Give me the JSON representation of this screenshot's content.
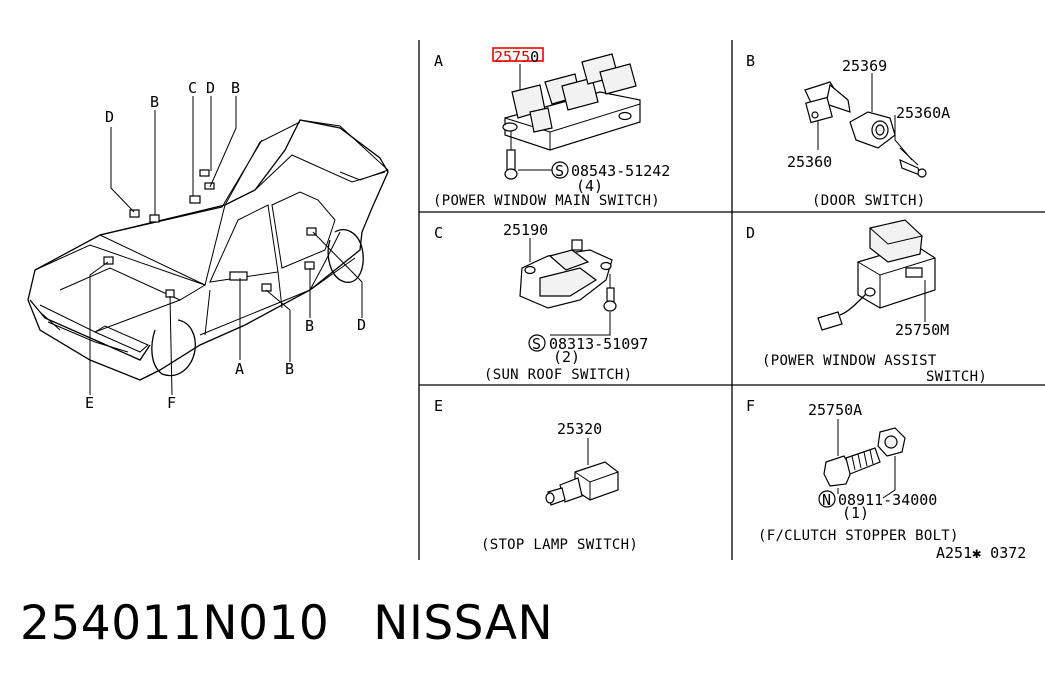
{
  "car_callouts": {
    "b_tl": "B",
    "c": "C",
    "d_t": "D",
    "b_t": "B",
    "d_l": "D",
    "b_r": "B",
    "d_r": "D",
    "a": "A",
    "b_b": "B",
    "e": "E",
    "f": "F"
  },
  "panels": {
    "a": {
      "letter": "A",
      "part_highlight": "2575",
      "part_rest": "0",
      "screw_code": "08543-51242",
      "screw_prefix": "S",
      "qty": "(4)",
      "caption": "(POWER WINDOW MAIN SWITCH)"
    },
    "b": {
      "letter": "B",
      "part1": "25369",
      "part2": "25360A",
      "part3": "25360",
      "caption": "(DOOR SWITCH)"
    },
    "c": {
      "letter": "C",
      "part1": "25190",
      "screw_prefix": "S",
      "screw_code": "08313-51097",
      "qty": "(2)",
      "caption": "(SUN ROOF SWITCH)"
    },
    "d": {
      "letter": "D",
      "part1": "25750M",
      "caption_line1": "(POWER WINDOW ASSIST",
      "caption_line2": "SWITCH)"
    },
    "e": {
      "letter": "E",
      "part1": "25320",
      "caption": "(STOP LAMP SWITCH)"
    },
    "f": {
      "letter": "F",
      "part1": "25750A",
      "nut_prefix": "N",
      "nut_code": "08911-34000",
      "qty": "(1)",
      "caption": "(F/CLUTCH STOPPER BOLT)"
    }
  },
  "drawing_code": "A251✱ 0372",
  "footer": {
    "part_number": "254011N010",
    "brand": "NISSAN"
  },
  "colors": {
    "highlight": "#ff0000",
    "line": "#000000"
  }
}
